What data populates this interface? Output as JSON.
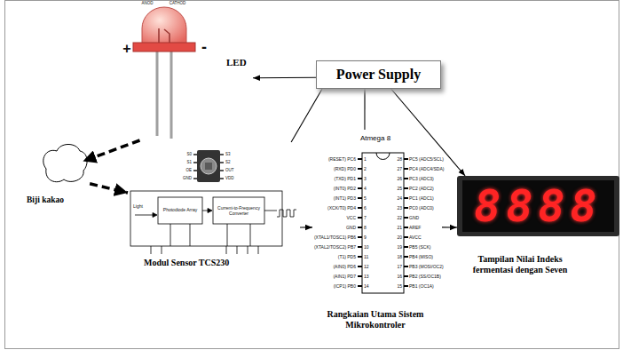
{
  "diagram": {
    "nodes": [
      {
        "text": [
          "Power Supply"
        ]
      },
      {
        "text": [
          "LED"
        ]
      },
      {
        "text": [
          "Biji kakao"
        ]
      },
      {
        "text": [
          "Modul Sensor TCS230"
        ]
      },
      {
        "text": [
          "Atmega 8",
          "Rangkaian Utama Sistem Mikrokontroler"
        ]
      },
      {
        "text": [
          "8888",
          "Tampilan Nilai Indeks fermentasi dengan Seven"
        ]
      }
    ],
    "edges": [
      {
        "from": 0,
        "to": 1,
        "arrow": "to"
      },
      {
        "from": 0,
        "to": 3,
        "arrow": "none"
      },
      {
        "from": 0,
        "to": 4,
        "arrow": "none"
      },
      {
        "from": 0,
        "to": 5,
        "arrow": "to"
      },
      {
        "from": 1,
        "to": 2,
        "arrow": "to"
      },
      {
        "from": 2,
        "to": 3,
        "arrow": "to"
      },
      {
        "from": 3,
        "to": 4,
        "arrow": "to"
      },
      {
        "from": 4,
        "to": 5,
        "arrow": "to"
      }
    ],
    "labels": [
      "ANOD",
      "CATHOD",
      "+",
      "-",
      "Light",
      "Photodiode Array",
      "Current-to-Frequency Converter",
      "S0",
      "S1",
      "OE",
      "GND",
      "S3",
      "S2",
      "OUT",
      "VDD",
      "(RESET) PC6",
      "1",
      "28",
      "PC5 (ADC5/SCL)",
      "(RXD) PD0",
      "2",
      "27",
      "PC4 (ADC4/SDA)",
      "(TXD) PD1",
      "3",
      "26",
      "PC3 (ADC3)",
      "(INT0) PD2",
      "4",
      "25",
      "PC2 (ADC2)",
      "(INT1) PD3",
      "5",
      "24",
      "PC1 (ADC1)",
      "(XCK/T0) PD4",
      "6",
      "23",
      "PC0 (ADC0)",
      "VCC",
      "7",
      "22",
      "GND",
      "GND",
      "8",
      "21",
      "AREF",
      "(XTAL1/TOSC1) PB6",
      "9",
      "20",
      "AVCC",
      "(XTAL2/TOSC2) PB7",
      "10",
      "19",
      "PB5 (SCK)",
      "(T1) PD5",
      "11",
      "18",
      "PB4 (MISO)",
      "(AIN0) PD6",
      "12",
      "17",
      "PB3 (MOSI/OC2)",
      "(AIN1) PD7",
      "13",
      "16",
      "PB2 (SS/OC1B)",
      "(ICP1) PB0",
      "14",
      "15",
      "PB1 (OC1A)"
    ]
  }
}
